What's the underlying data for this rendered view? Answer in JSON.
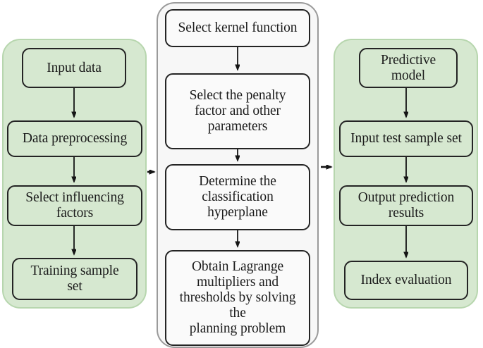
{
  "diagram": {
    "title": "SVM prediction workflow flowchart",
    "type": "flowchart",
    "colors": {
      "group_green_fill": "#d6e8d0",
      "group_green_border": "#b7d6ae",
      "group_plain_fill": "#f7f7f7",
      "group_plain_border": "#9a9a9a",
      "node_border": "#242424",
      "node_plain_fill": "#fafafa",
      "arrow": "#151515",
      "background": "#ffffff"
    }
  },
  "groups": [
    {
      "id": "data-preparation-group",
      "style": "green",
      "nodes": [
        {
          "id": "input-data",
          "label": "Input data"
        },
        {
          "id": "data-preprocessing",
          "label": "Data preprocessing"
        },
        {
          "id": "select-influencing-factors",
          "label": "Select influencing\nfactors"
        },
        {
          "id": "training-sample-set",
          "label": "Training sample\nset"
        }
      ]
    },
    {
      "id": "svm-model-group",
      "style": "plain",
      "nodes": [
        {
          "id": "select-kernel-function",
          "label": "Select kernel function"
        },
        {
          "id": "select-penalty-factor",
          "label": "Select the penalty\nfactor and other\nparameters"
        },
        {
          "id": "determine-hyperplane",
          "label": "Determine the\nclassification\nhyperplane"
        },
        {
          "id": "obtain-lagrange-multipliers",
          "label": "Obtain Lagrange\nmultipliers and\nthresholds by solving\nthe\nplanning problem"
        }
      ]
    },
    {
      "id": "prediction-group",
      "style": "green",
      "nodes": [
        {
          "id": "predictive-model",
          "label": "Predictive\nmodel"
        },
        {
          "id": "input-test-sample-set",
          "label": "Input test sample set"
        },
        {
          "id": "output-prediction-results",
          "label": "Output prediction\nresults"
        },
        {
          "id": "index-evaluation",
          "label": "Index evaluation"
        }
      ]
    }
  ],
  "connectors": [
    {
      "id": "arrow-input-to-preprocessing",
      "from": "input-data",
      "to": "data-preprocessing",
      "direction": "down"
    },
    {
      "id": "arrow-preprocessing-to-factors",
      "from": "data-preprocessing",
      "to": "select-influencing-factors",
      "direction": "down"
    },
    {
      "id": "arrow-factors-to-training",
      "from": "select-influencing-factors",
      "to": "training-sample-set",
      "direction": "down"
    },
    {
      "id": "arrow-left-group-to-middle-group",
      "from": "data-preparation-group",
      "to": "svm-model-group",
      "direction": "right"
    },
    {
      "id": "arrow-kernel-to-penalty",
      "from": "select-kernel-function",
      "to": "select-penalty-factor",
      "direction": "down"
    },
    {
      "id": "arrow-penalty-to-hyperplane",
      "from": "select-penalty-factor",
      "to": "determine-hyperplane",
      "direction": "down"
    },
    {
      "id": "arrow-hyperplane-to-lagrange",
      "from": "determine-hyperplane",
      "to": "obtain-lagrange-multipliers",
      "direction": "down"
    },
    {
      "id": "arrow-middle-group-to-right-group",
      "from": "svm-model-group",
      "to": "prediction-group",
      "direction": "right"
    },
    {
      "id": "arrow-predictive-to-input-test",
      "from": "predictive-model",
      "to": "input-test-sample-set",
      "direction": "down"
    },
    {
      "id": "arrow-input-test-to-output",
      "from": "input-test-sample-set",
      "to": "output-prediction-results",
      "direction": "down"
    },
    {
      "id": "arrow-output-to-index",
      "from": "output-prediction-results",
      "to": "index-evaluation",
      "direction": "down"
    }
  ]
}
